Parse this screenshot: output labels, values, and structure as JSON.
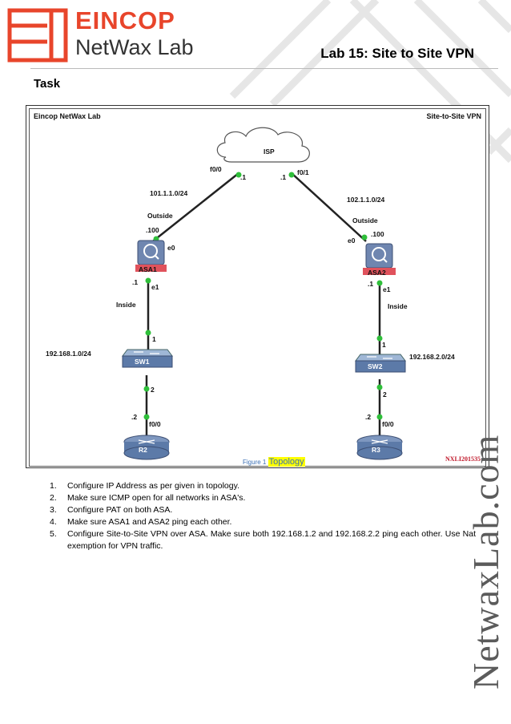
{
  "header": {
    "logo_line1": "EINCOP",
    "logo_line2": "NetWax Lab",
    "lab_title": "Lab 15: Site to Site VPN"
  },
  "section_heading": "Task",
  "figure": {
    "top_left_label": "Eincop NetWax Lab",
    "top_right_label": "Site-to-Site VPN",
    "code": "NXLI201535",
    "caption_prefix": "Figure 1",
    "caption_word": "Topology",
    "nodes": {
      "isp": "ISP",
      "asa1": "ASA1",
      "asa2": "ASA2",
      "sw1": "SW1",
      "sw2": "SW2",
      "r2": "R2",
      "r3": "R3"
    },
    "labels": {
      "isp_f00": "f0/0",
      "isp_f00_ip": ".1",
      "isp_f01_ip": ".1",
      "isp_f01": "f0/1",
      "net_left": "101.1.1.0/24",
      "net_right": "102.1.1.0/24",
      "outside_left": "Outside",
      "outside_right": "Outside",
      "asa1_out_ip": ".100",
      "asa2_out_ip": ".100",
      "asa1_e0": "e0",
      "asa2_e0": "e0",
      "asa1_in_ip": ".1",
      "asa2_in_ip": ".1",
      "asa1_e1": "e1",
      "asa2_e1": "e1",
      "inside_left": "Inside",
      "inside_right": "Inside",
      "sw1_port1": "1",
      "sw2_port1": "1",
      "lan_left": "192.168.1.0/24",
      "lan_right": "192.168.2.0/24",
      "sw1_port2": "2",
      "sw2_port2": "2",
      "r2_ip": ".2",
      "r3_ip": ".2",
      "r2_f00": "f0/0",
      "r3_f00": "f0/0"
    }
  },
  "tasks": [
    {
      "num": "1.",
      "text": "Configure IP Address as per given in topology."
    },
    {
      "num": "2.",
      "text": "Make sure ICMP open for all networks in ASA's."
    },
    {
      "num": "3.",
      "text": "Configure PAT on both ASA."
    },
    {
      "num": "4.",
      "text": "Make sure ASA1 and ASA2 ping each other."
    },
    {
      "num": "5.",
      "text": "Configure Site-to-Site VPN over ASA. Make sure both 192.168.1.2 and 192.168.2.2 ping each other. Use Nat exemption for VPN traffic."
    }
  ],
  "watermark": "NetwaxLab.com",
  "colors": {
    "brand": "#e8452b",
    "link_green": "#2fbf3a",
    "asa_blue": "#5c7aa8",
    "code_red": "#c0192b"
  }
}
